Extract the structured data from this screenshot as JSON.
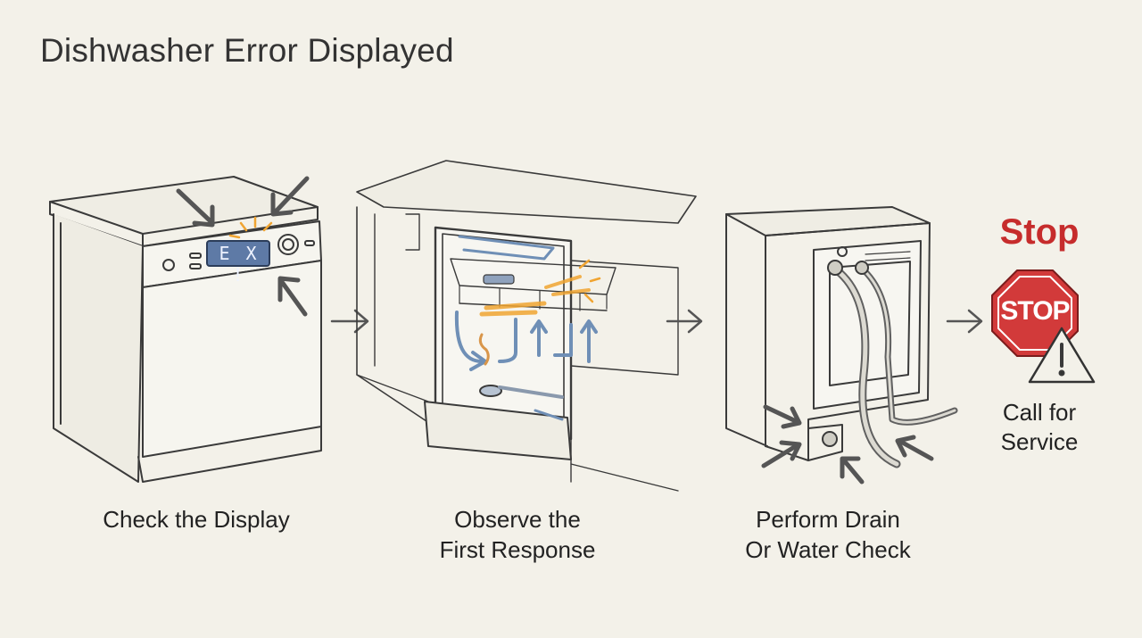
{
  "title": "Dishwasher Error Displayed",
  "steps": [
    {
      "label": "Check the Display"
    },
    {
      "label": "Observe the First Response"
    },
    {
      "label": "Perform Drain Or Water Check"
    },
    {
      "label": "Call for Service"
    }
  ],
  "stop": {
    "heading": "Stop",
    "sign_text": "STOP"
  },
  "display_code": "E X !",
  "icons": [
    "dishwasher-front",
    "open-dishwasher-interior",
    "dishwasher-rear-hoses",
    "stop-sign",
    "warning-triangle",
    "right-arrow"
  ],
  "colors": {
    "background": "#f3f1e9",
    "line": "#3a3a3a",
    "stop_red": "#c62c2c",
    "highlight_orange": "#f0a431",
    "water_blue": "#6f8fb6"
  }
}
